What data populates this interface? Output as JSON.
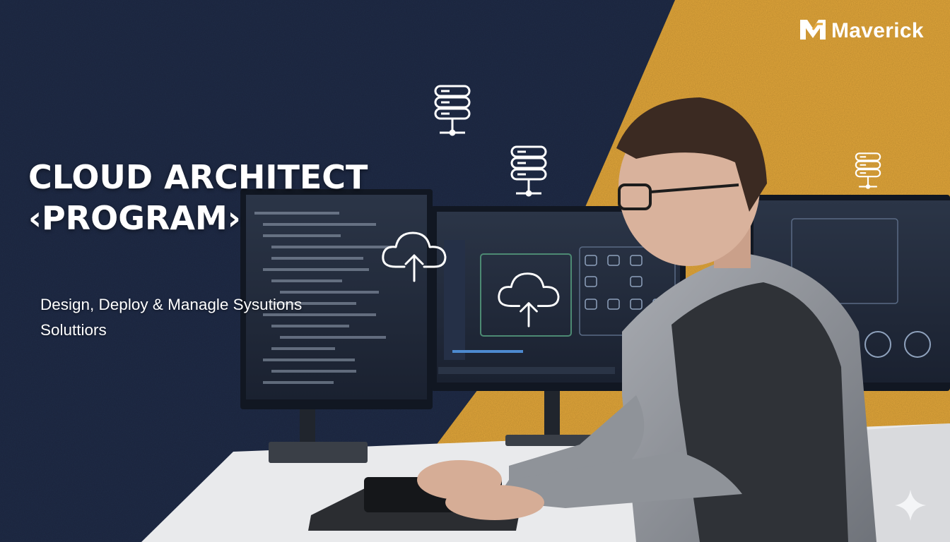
{
  "brand": {
    "name": "Maverick",
    "logo_icon": "maverick-m-logo-icon"
  },
  "hero": {
    "title_line1": "CLOUD ARCHITECT",
    "title_line2": "‹PROGRAM›",
    "subtitle_line1": "Design, Deploy & Managle Sysutions",
    "subtitle_line2": "Soluttiors"
  },
  "icons": {
    "database_server": "database-server-icon",
    "cloud_upload": "cloud-upload-icon",
    "sparkle": "sparkle-icon"
  },
  "colors": {
    "navy": "#1f2b47",
    "mustard": "#e3a73a",
    "white": "#ffffff"
  }
}
